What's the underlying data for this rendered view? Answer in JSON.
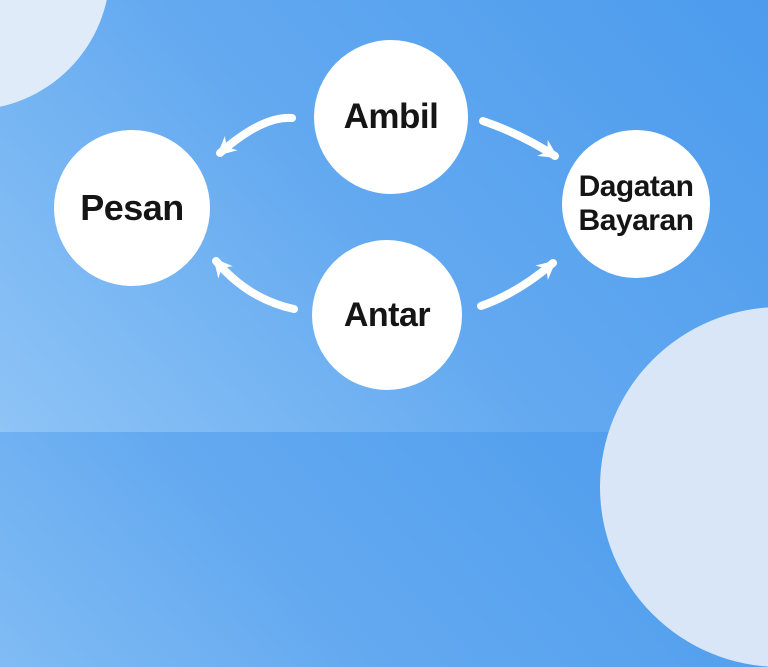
{
  "diagram": {
    "nodes": [
      {
        "id": "ambil",
        "label": "Ambil"
      },
      {
        "id": "pesan",
        "label": "Pesan"
      },
      {
        "id": "dagatan-bayaran",
        "label": "Dagatan Bayaran"
      },
      {
        "id": "antar",
        "label": "Antar"
      }
    ],
    "edges": [
      {
        "from": "Ambil",
        "to": "Pesan"
      },
      {
        "from": "Ambil",
        "to": "Dagatan Bayaran"
      },
      {
        "from": "Antar",
        "to": "Pesan"
      },
      {
        "from": "Antar",
        "to": "Dagatan Bayaran"
      }
    ]
  },
  "colors": {
    "background_gradient_start": "#8ec4f6",
    "background_gradient_end": "#4c9bed",
    "decorative_circle": "#dde9f8",
    "node_fill": "#ffffff",
    "node_text": "#151515",
    "arrow": "#ffffff"
  }
}
